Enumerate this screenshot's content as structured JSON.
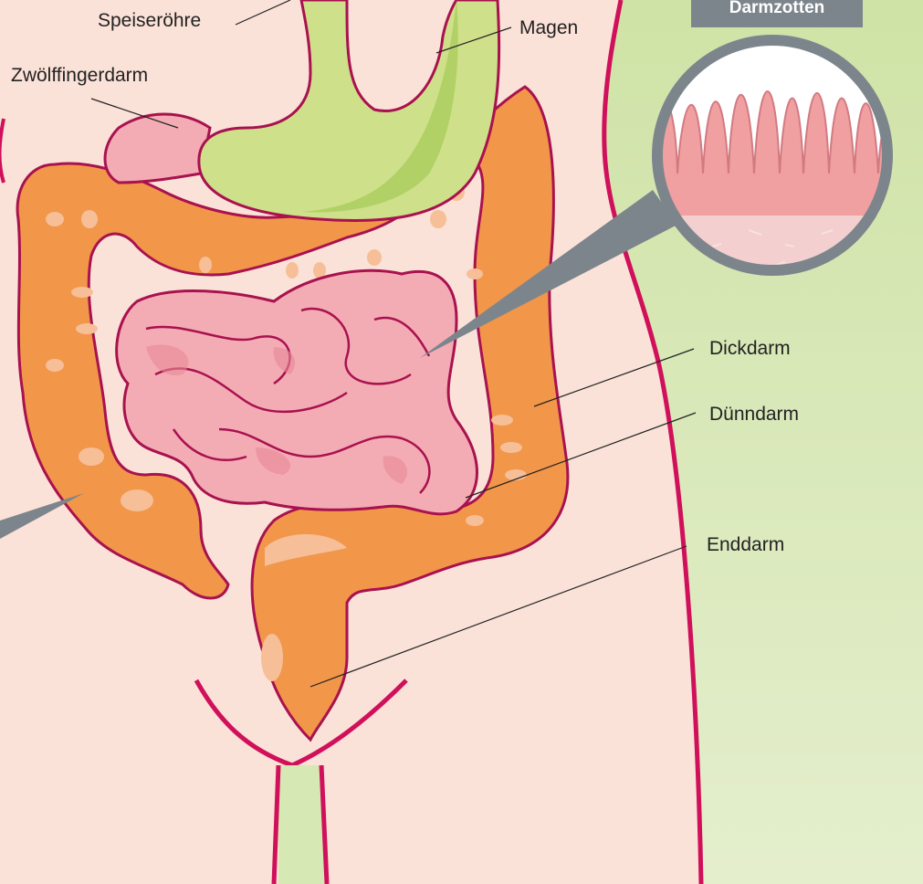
{
  "labels": {
    "speiseroehre": "Speiseröhre",
    "magen": "Magen",
    "zwoelffingerdarm": "Zwölffingerdarm",
    "dickdarm": "Dickdarm",
    "duenndarm": "Dünndarm",
    "enddarm": "Enddarm"
  },
  "inset": {
    "title": "Darmzotten"
  },
  "colors": {
    "background": "#fbe2d8",
    "body_outline": "#d0105a",
    "side_panel": "#d6e8b4",
    "stomach": "#cfe08a",
    "large_intestine": "#f2964a",
    "small_intestine": "#f4acb4",
    "inset_frame": "#7c858c"
  }
}
